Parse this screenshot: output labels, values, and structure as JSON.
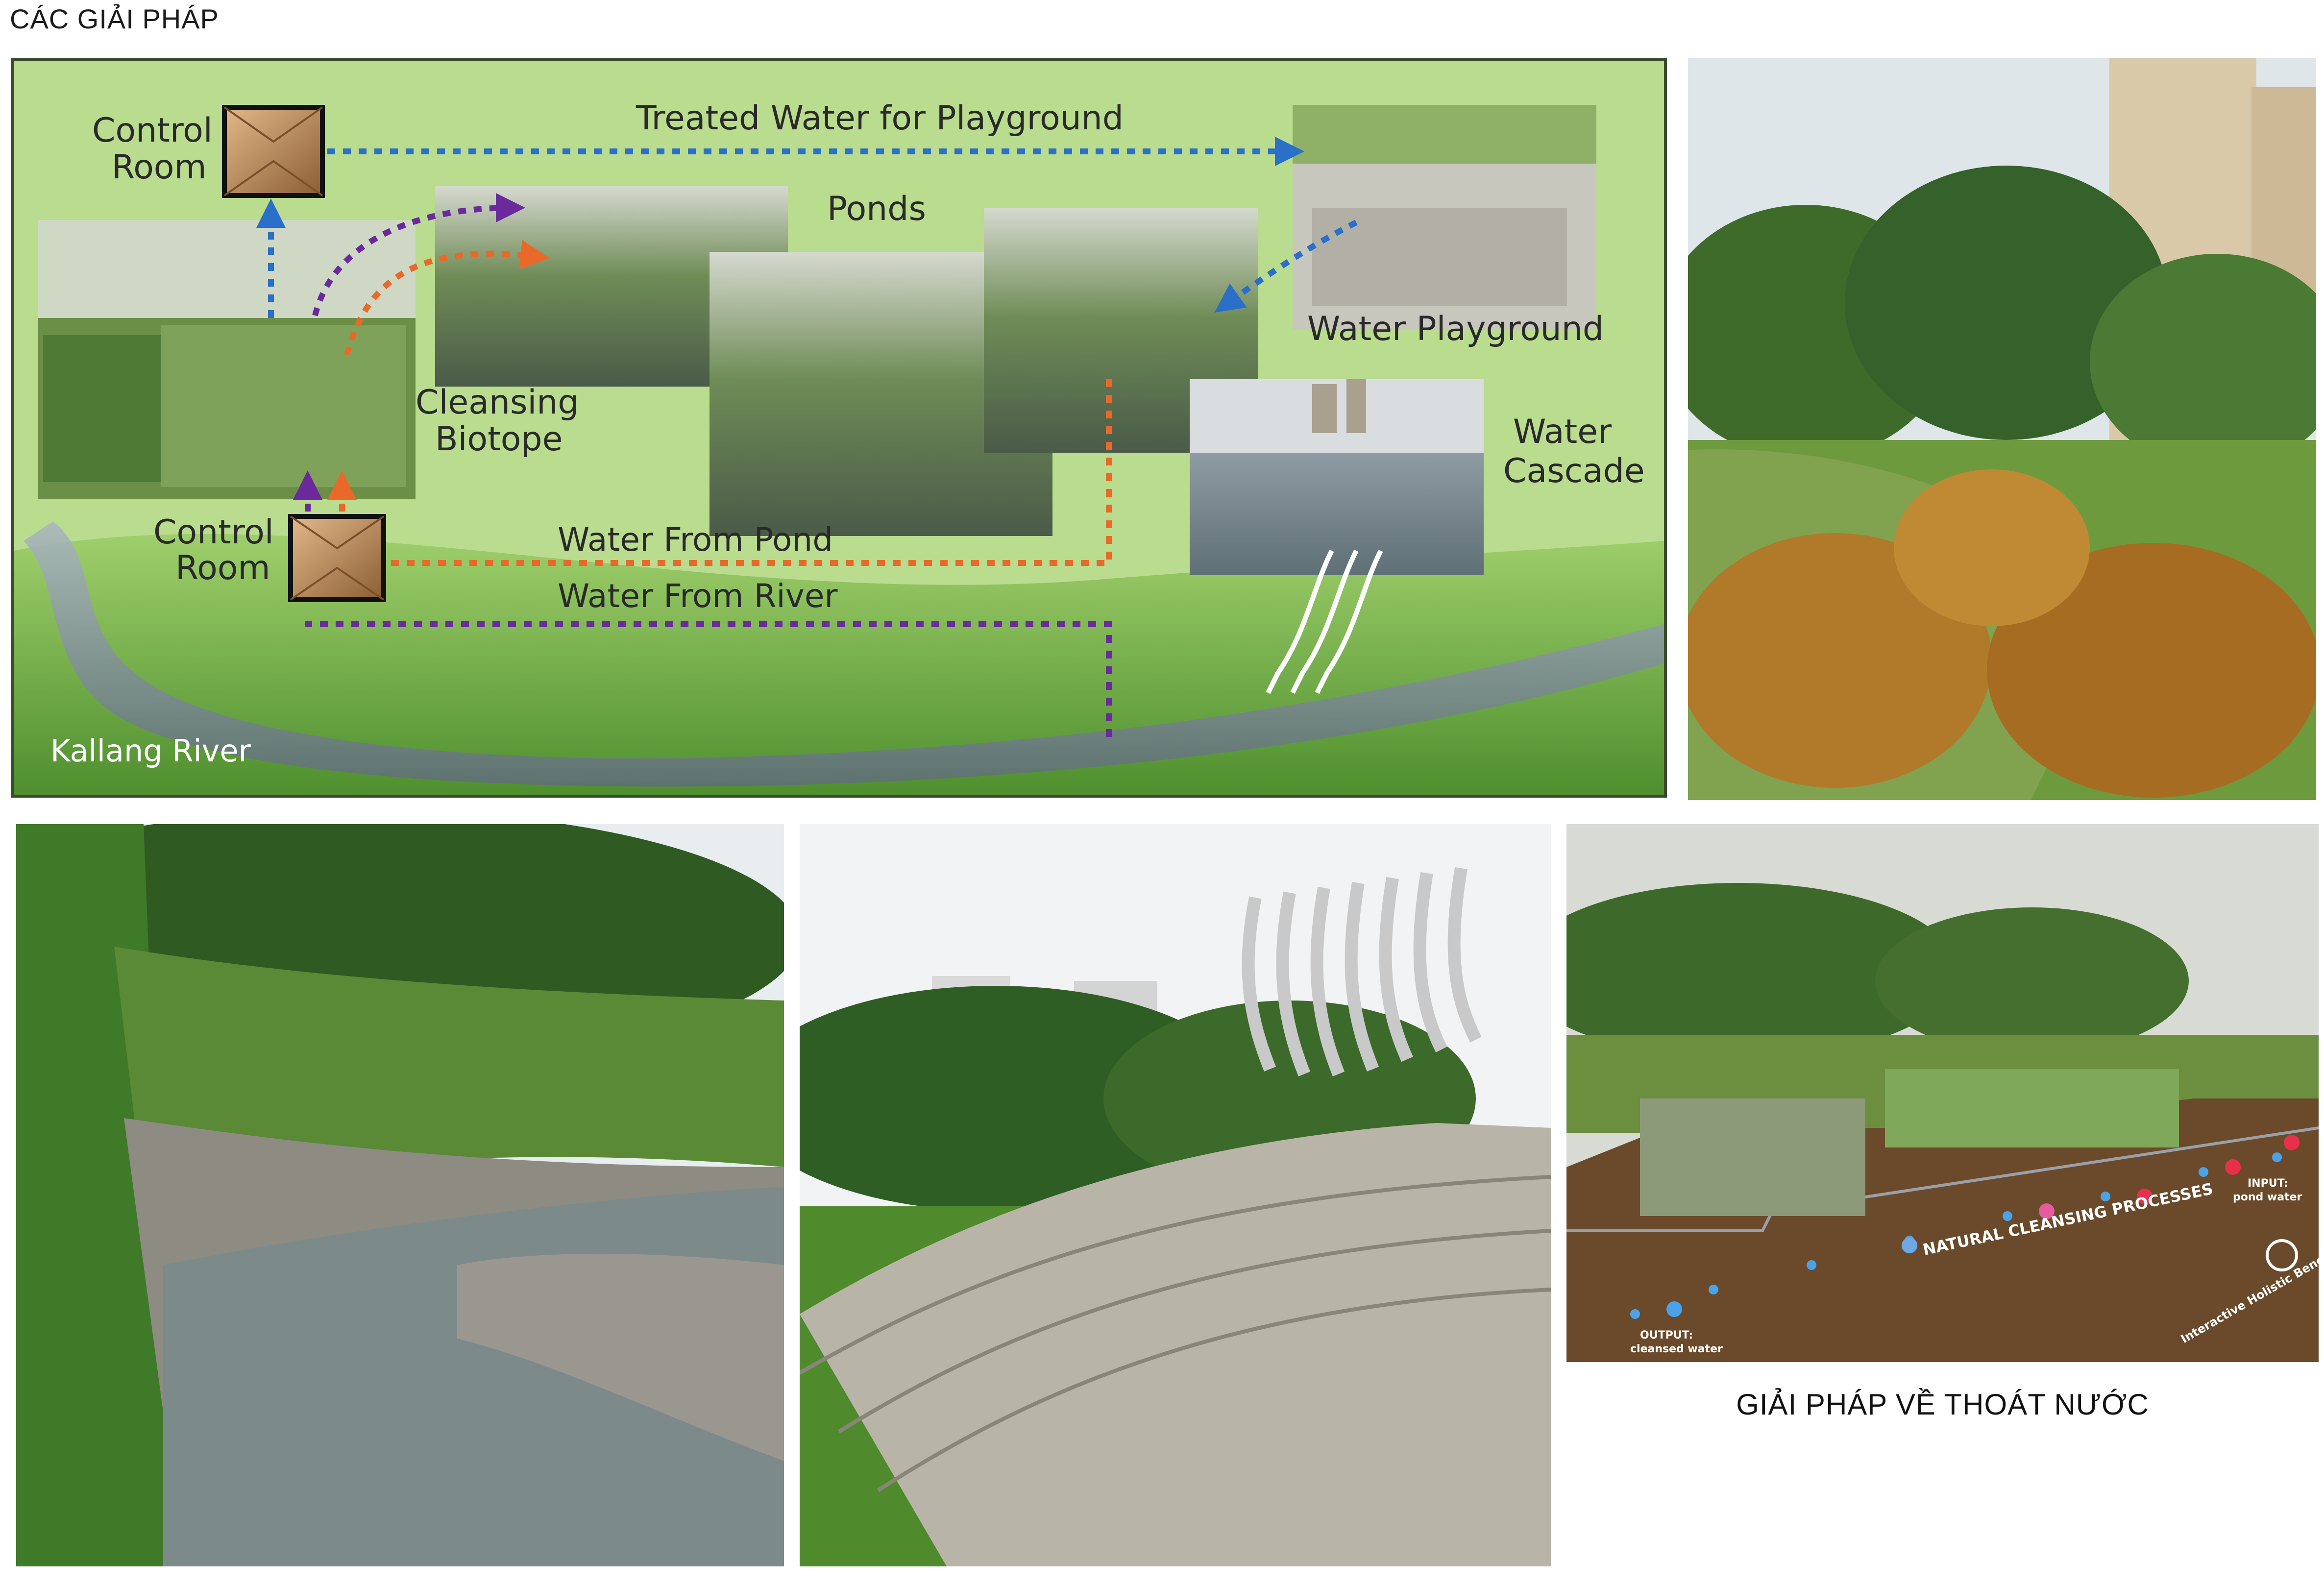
{
  "page": {
    "title": "CÁC GIẢI PHÁP"
  },
  "diagram": {
    "labels": {
      "control_room_top_line1": "Control",
      "control_room_top_line2": "Room",
      "treated_water": "Treated Water for Playground",
      "ponds": "Ponds",
      "water_playground": "Water Playground",
      "cleansing_line1": "Cleansing",
      "cleansing_line2": "Biotope",
      "water_cascade_line1": "Water",
      "water_cascade_line2": "Cascade",
      "control_room_bottom_line1": "Control",
      "control_room_bottom_line2": "Room",
      "water_from_pond": "Water From Pond",
      "water_from_river": "Water From River",
      "kallang_river": "Kallang River"
    },
    "colors": {
      "blue_flow": "#2a6fc9",
      "purple_flow": "#6a2a9c",
      "orange_flow": "#e8692a",
      "background": "#b9dc8e"
    }
  },
  "cleansing_panel": {
    "input_label": "INPUT:",
    "input_value": "pond water",
    "process_label": "NATURAL CLEANSING PROCESSES",
    "output_label": "OUTPUT:",
    "output_value": "cleansed water",
    "benefits_label": "Interactive Holistic Benefits"
  },
  "caption": {
    "drainage_solution": "GIẢI PHÁP VỀ THOÁT NƯỚC"
  }
}
